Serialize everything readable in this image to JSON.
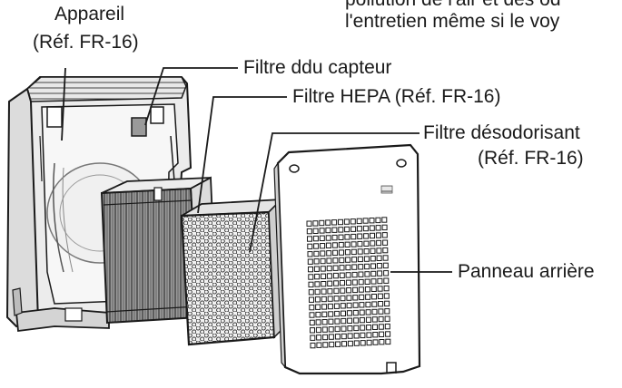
{
  "top_text": {
    "line1": "pollution de l'air et des od",
    "line2": "l'entretien même si le voy"
  },
  "labels": {
    "appareil": "Appareil",
    "appareil_ref": "(Réf. FR-16)",
    "filtre_capteur": "Filtre ddu capteur",
    "filtre_hepa": "Filtre HEPA (Réf. FR-16)",
    "filtre_desodorisant": "Filtre désodorisant",
    "filtre_desodorisant_ref": "(Réf. FR-16)",
    "panneau_arriere": "Panneau arrière"
  },
  "colors": {
    "ink": "#1a1a1a",
    "gray_light": "#e6e6e6",
    "gray_mid": "#bdbdbd",
    "gray_dark": "#6a6a6a",
    "hepa_face": "#8a8a8a"
  }
}
